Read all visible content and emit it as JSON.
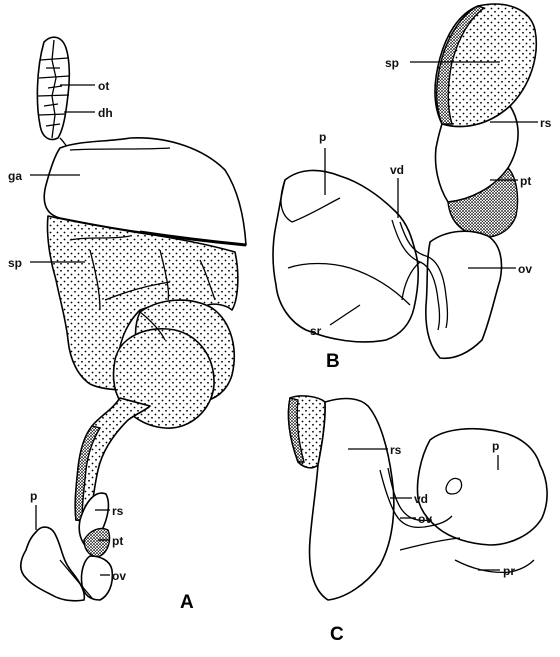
{
  "panels": [
    "A",
    "B",
    "C"
  ],
  "labels_a": [
    "ot",
    "dh",
    "ga",
    "sp",
    "rs",
    "pt",
    "ov",
    "p"
  ],
  "labels_b": [
    "sp",
    "rs",
    "p",
    "vd",
    "pt",
    "ov",
    "sr"
  ],
  "labels_c": [
    "rs",
    "p",
    "vd",
    "ov",
    "pr"
  ]
}
